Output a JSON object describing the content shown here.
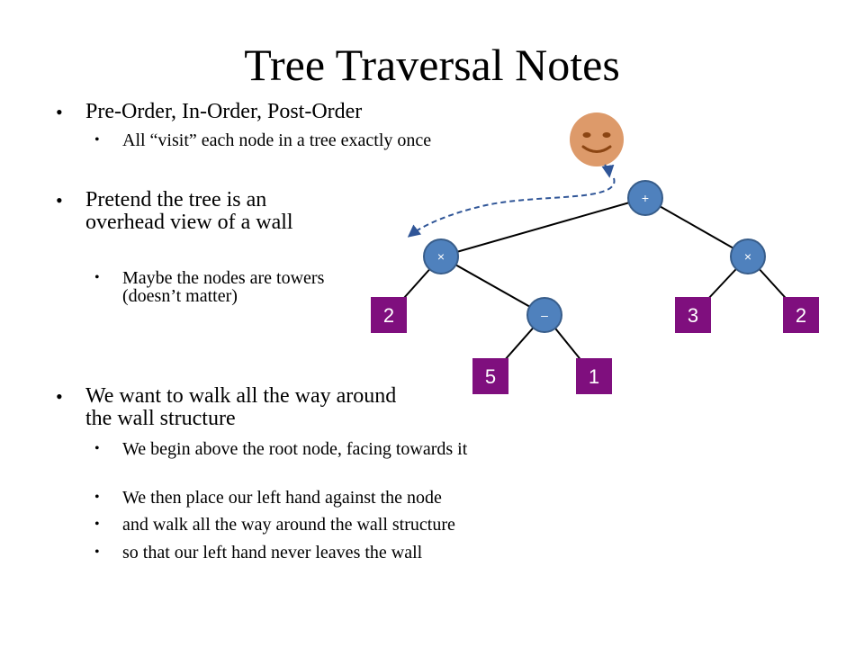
{
  "title": "Tree Traversal Notes",
  "bullets": [
    {
      "text": "Pre-Order, In-Order, Post-Order",
      "subs": [
        "All “visit” each node in a tree exactly once"
      ]
    },
    {
      "text": "Pretend the tree is an overhead view of a wall",
      "subs": [
        "Maybe the nodes are towers (doesn’t matter)"
      ]
    },
    {
      "text": "We want to walk all the way around the wall structure",
      "subs": [
        "We begin above the root node, facing towards it",
        "We then place our left hand against the node",
        "and walk all the way around the wall structure",
        "so that our left hand never leaves the wall"
      ]
    }
  ],
  "bullet_symbol": "•",
  "tree": {
    "operator_nodes": [
      "+",
      "×",
      "×",
      "–"
    ],
    "leaf_nodes": [
      "2",
      "3",
      "2",
      "5",
      "1"
    ],
    "colors": {
      "operator": "#4f81bd",
      "operator_outline": "#385d8a",
      "leaf": "#7f0f7e",
      "edge": "#000000"
    }
  },
  "walker": {
    "icon": "smiley-face-icon",
    "face_color": "#dd9a6a",
    "feature_color": "#8b4513",
    "arrow_color": "#2f5597"
  }
}
